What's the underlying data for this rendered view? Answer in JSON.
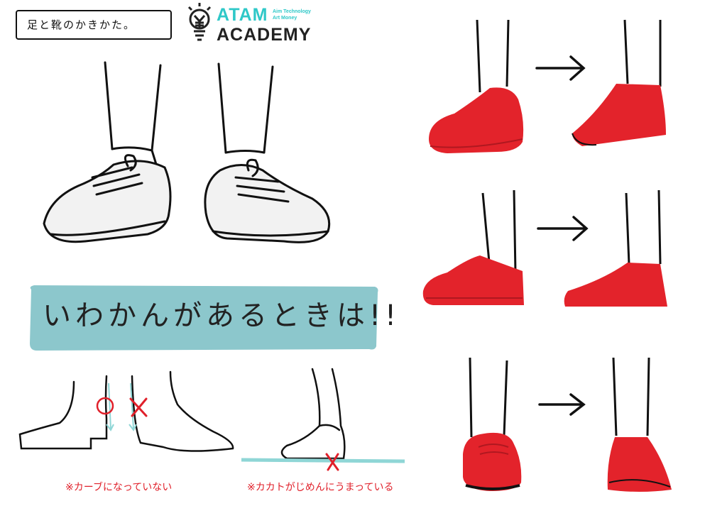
{
  "title": "足と靴のかきかた。",
  "logo": {
    "top": "ATAM",
    "sub_line1": "Aim Technology",
    "sub_line2": "Art Money",
    "bottom": "ACADEMY"
  },
  "banner": {
    "text": "いわかんがあるときは!!"
  },
  "notes": {
    "curve": "※カーブになっていない",
    "heel": "※カカトがじめんにうまっている"
  },
  "colors": {
    "shoe_red": "#e3232b",
    "banner_teal": "#8cc7cc",
    "accent_teal": "#2fc8c8",
    "warning_red": "#e0202a",
    "ink": "#111111",
    "ground_line": "#8fd6d6"
  },
  "icons": {
    "logo_mark": "lightbulb-yen-icon",
    "ok_mark": "circle-mark-icon",
    "ng_mark": "cross-mark-icon",
    "arrow": "arrow-right-icon"
  }
}
